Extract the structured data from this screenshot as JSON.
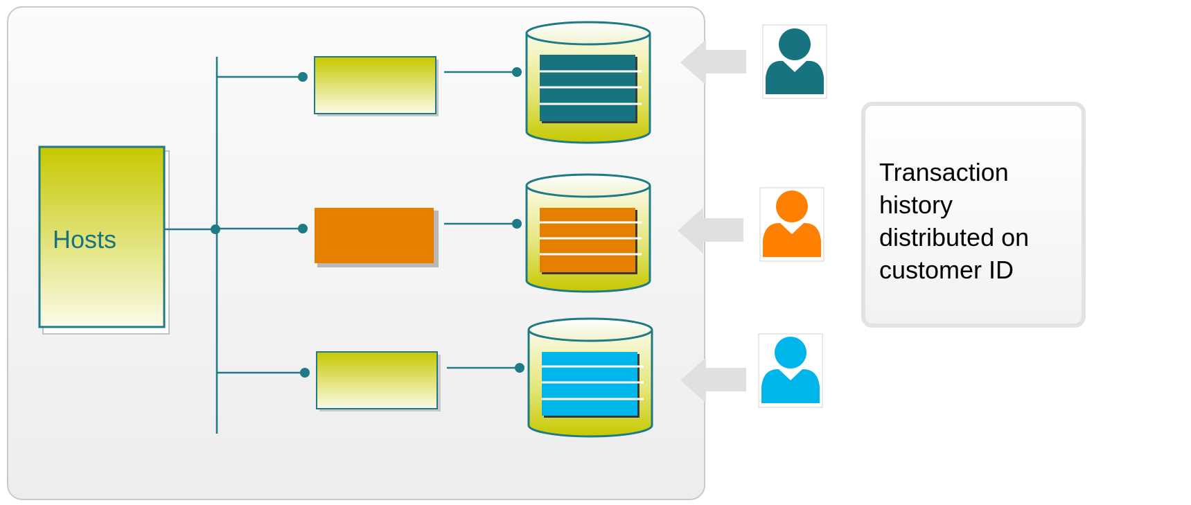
{
  "hosts": {
    "label": "Hosts"
  },
  "note": {
    "text": "Transaction\nhistory\ndistributed on\ncustomer ID"
  },
  "colors": {
    "teal": "#17737f",
    "orange": "#e57f00",
    "sky": "#00b5ea",
    "olive": "#c6c800",
    "line": "#1d7a86"
  },
  "rows": [
    {
      "server_fill": "olive-gradient",
      "data_color": "teal",
      "user_icon": "user-icon"
    },
    {
      "server_fill": "orange",
      "data_color": "orange",
      "user_icon": "user-icon"
    },
    {
      "server_fill": "olive-gradient",
      "data_color": "sky",
      "user_icon": "user-icon"
    }
  ]
}
